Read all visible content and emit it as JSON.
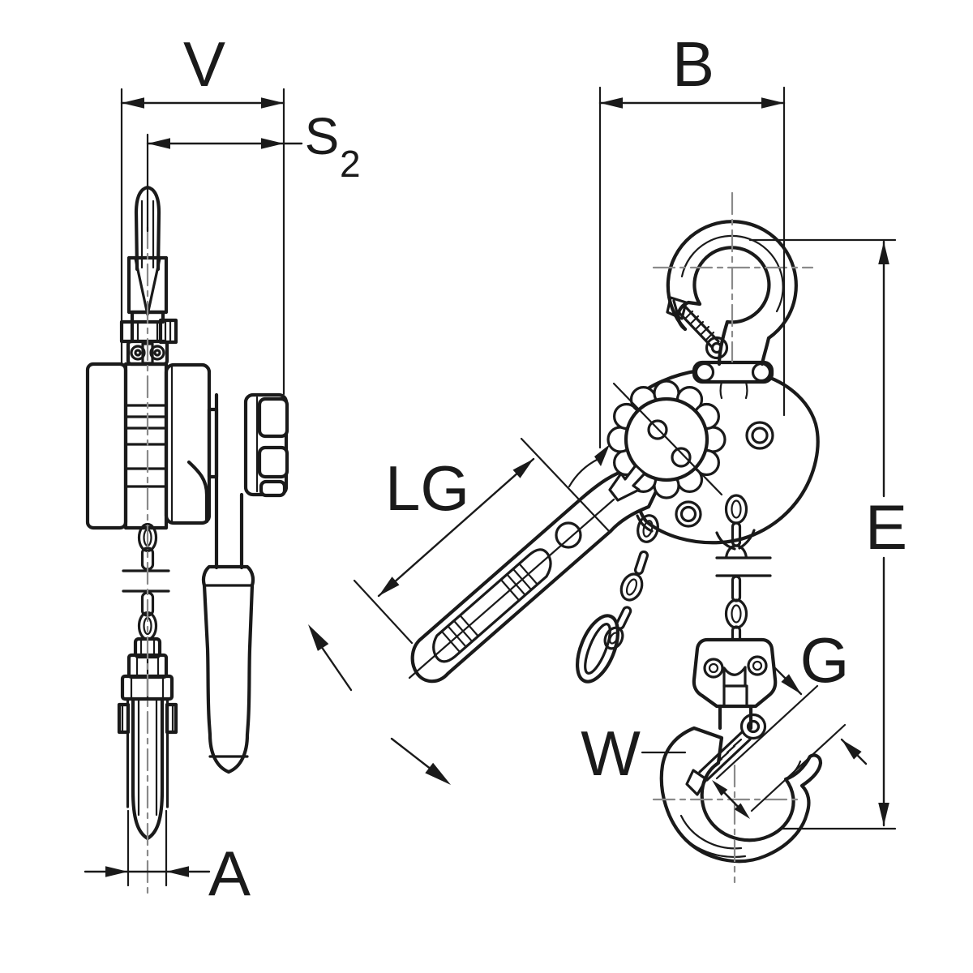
{
  "colors": {
    "paper": "#ffffff",
    "ink": "#1a1a1a",
    "centerline": "#8a8a8a"
  },
  "labels": {
    "v": "V",
    "s2_base": "S",
    "s2_sub": "2",
    "b": "B",
    "lg": "LG",
    "e": "E",
    "g": "G",
    "w": "W",
    "a": "A"
  }
}
